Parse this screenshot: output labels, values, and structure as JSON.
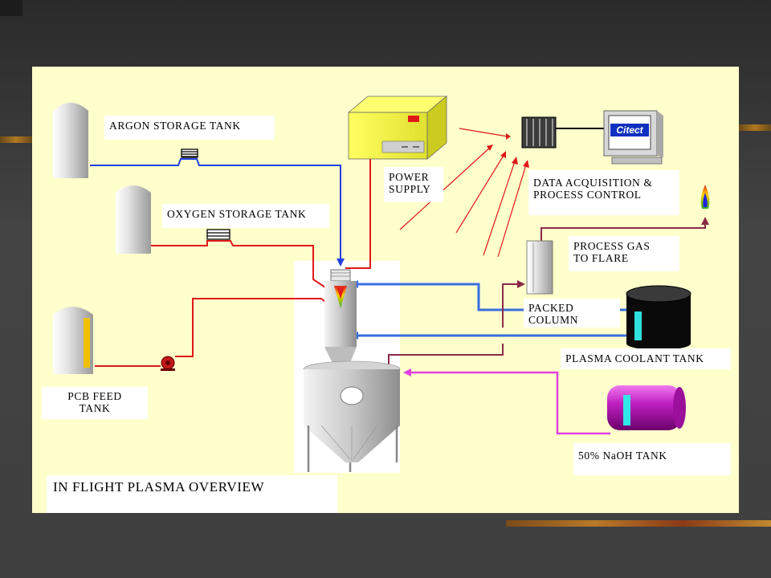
{
  "slide": {
    "title": "IN FLIGHT PLASMA OVERVIEW",
    "background": "#3c3c3c",
    "panel_color": "#ffffcc"
  },
  "labels": {
    "argon_tank": "ARGON STORAGE TANK",
    "oxygen_tank": "OXYGEN STORAGE TANK",
    "power_supply_line1": "POWER",
    "power_supply_line2": "SUPPLY",
    "daq_line1": "DATA ACQUISITION &",
    "daq_line2": "PROCESS CONTROL",
    "flare_line1": "PROCESS GAS",
    "flare_line2": "TO FLARE",
    "packed_line1": "PACKED",
    "packed_line2": "COLUMN",
    "coolant_tank": "PLASMA COOLANT TANK",
    "pcb_line1": "PCB FEED",
    "pcb_line2": "TANK",
    "naoh_tank": "50% NaOH TANK",
    "monitor_logo": "Citect"
  },
  "line_colors": {
    "argon": "#1f3fe0",
    "oxygen": "#e01818",
    "coolant": "#3a6ee0",
    "naoh": "#e040e0",
    "process_gas": "#8a2a4a",
    "signal": "#e01818"
  },
  "icons": [
    "cylinder-tank-icon",
    "heat-exchanger-icon",
    "pump-icon",
    "plasma-torch-icon",
    "reactor-vessel-icon",
    "power-supply-icon",
    "plc-rack-icon",
    "computer-monitor-icon",
    "flare-flame-icon",
    "packed-column-icon",
    "drum-tank-icon"
  ]
}
